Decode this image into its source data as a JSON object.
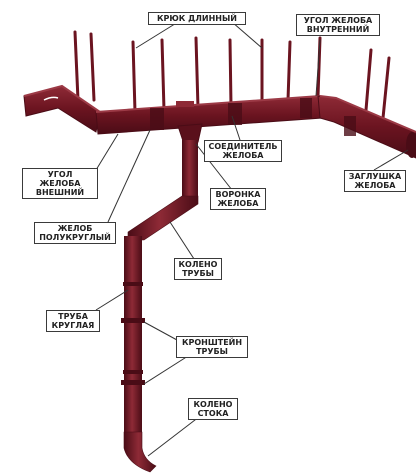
{
  "labels": {
    "hook_long": "КРЮК ДЛИННЫЙ",
    "corner_inner": "УГОЛ ЖЕЛОБА\nВНУТРЕННИЙ",
    "connector": "СОЕДИНИТЕЛЬ\nЖЕЛОБА",
    "corner_outer": "УГОЛ ЖЕЛОБА\nВНЕШНИЙ",
    "funnel": "ВОРОНКА\nЖЕЛОБА",
    "end_cap": "ЗАГЛУШКА\nЖЕЛОБА",
    "gutter": "ЖЕЛОБ\nПОЛУКРУГЛЫЙ",
    "pipe_elbow": "КОЛЕНО\nТРУБЫ",
    "pipe_round": "ТРУБА\nКРУГЛАЯ",
    "pipe_bracket": "КРОНШТЕЙН\nТРУБЫ",
    "drain_elbow": "КОЛЕНО\nСТОКА"
  },
  "colors": {
    "metal": "#6b1420",
    "metal_dark": "#4a0c16",
    "metal_light": "#8e2a36",
    "leader": "#333333"
  }
}
